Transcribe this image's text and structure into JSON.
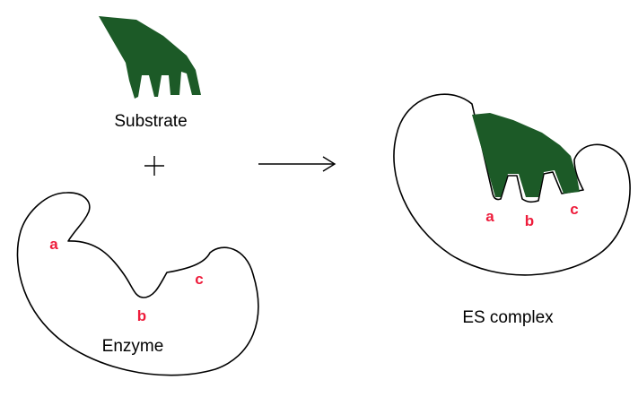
{
  "labels": {
    "substrate": "Substrate",
    "plus": "+",
    "enzyme": "Enzyme",
    "es_complex": "ES complex",
    "site_a": "a",
    "site_b": "b",
    "site_c": "c"
  },
  "colors": {
    "substrate_fill": "#1c5a27",
    "site_label": "#ee1c3b",
    "outline": "#000000",
    "background": "#ffffff"
  },
  "icons": {
    "arrow": "right-arrow-icon",
    "plus": "plus-icon"
  }
}
